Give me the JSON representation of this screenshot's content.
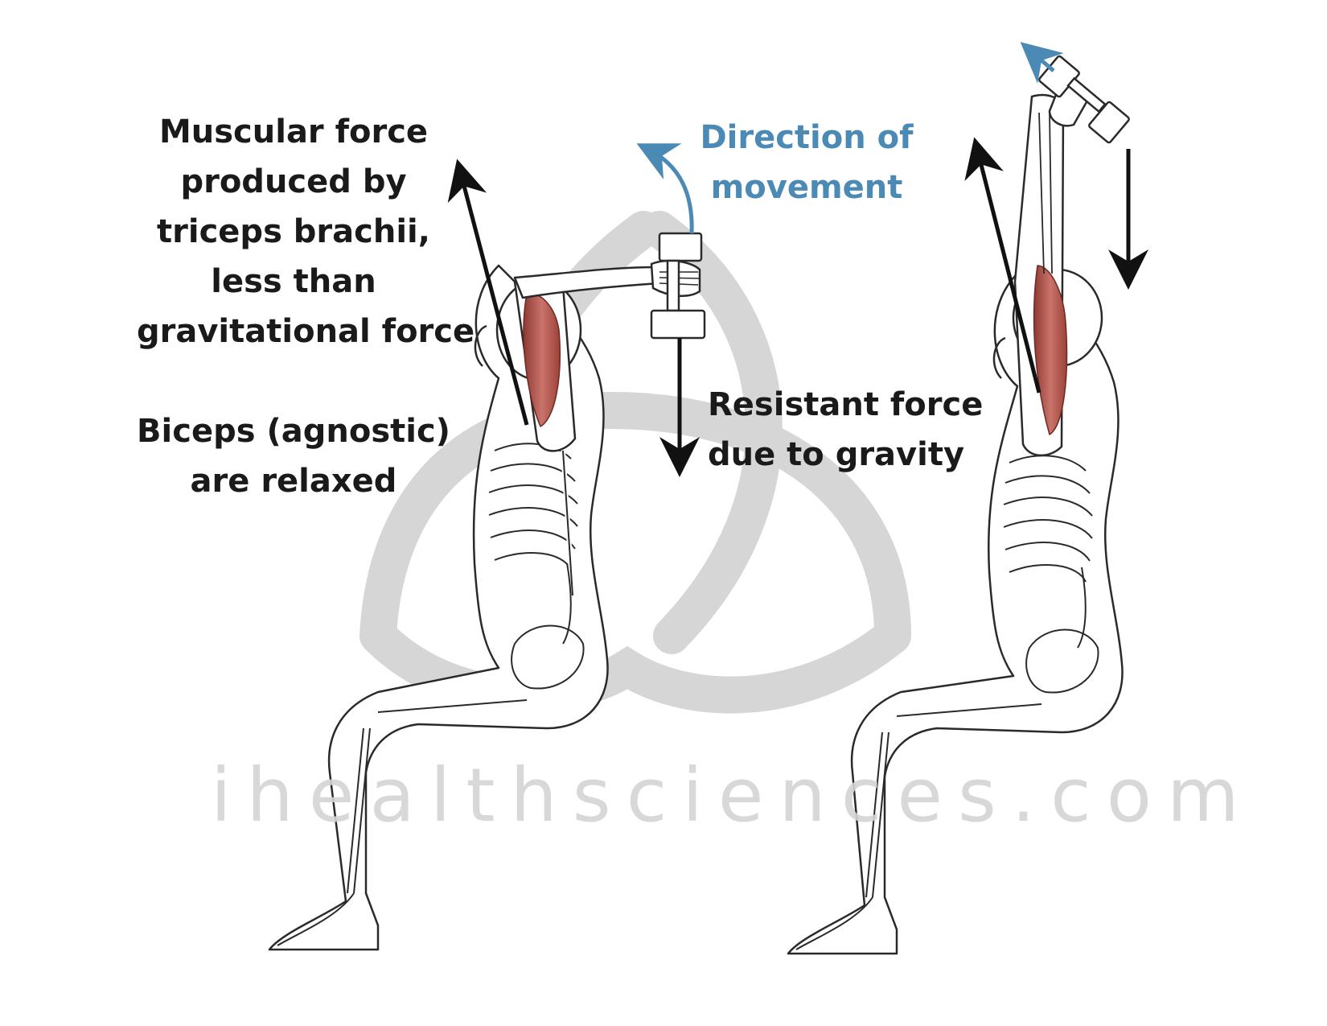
{
  "labels": {
    "muscular_force": [
      "Muscular force",
      "produced by",
      "triceps brachii,",
      "less than",
      "gravitational force"
    ],
    "biceps": [
      "Biceps (agnostic)",
      "are relaxed"
    ],
    "direction": [
      "Direction of",
      "movement"
    ],
    "resistant_force": [
      "Resistant force",
      "due to gravity"
    ]
  },
  "watermark": "ihealthsciences.com",
  "colors": {
    "text": "#1a1a1a",
    "movement_arrow": "#4a8ab5",
    "force_arrow": "#111111",
    "muscle": "#b5584e",
    "logo": "#d6d6d6",
    "outline": "#2a2a2a"
  }
}
